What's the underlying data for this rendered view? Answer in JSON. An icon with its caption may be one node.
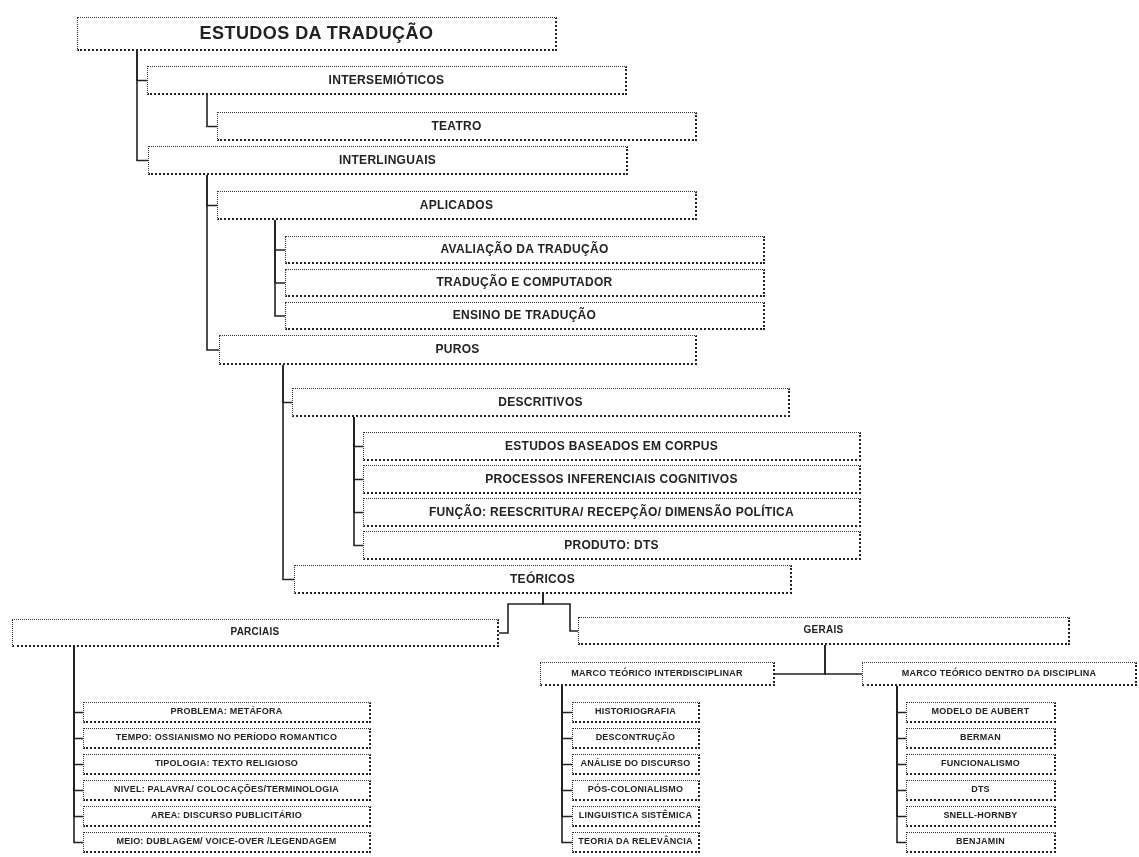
{
  "diagram": {
    "nodes": [
      {
        "text": [
          "ESTUDOS DA TRADUÇÃO"
        ]
      },
      {
        "text": [
          "INTERSEMIÓTICOS"
        ]
      },
      {
        "text": [
          "TEATRO"
        ]
      },
      {
        "text": [
          "INTERLINGUAIS"
        ]
      },
      {
        "text": [
          "APLICADOS"
        ]
      },
      {
        "text": [
          "AVALIAÇÃO DA TRADUÇÃO"
        ]
      },
      {
        "text": [
          "TRADUÇÃO E COMPUTADOR"
        ]
      },
      {
        "text": [
          "ENSINO DE TRADUÇÃO"
        ]
      },
      {
        "text": [
          "PUROS"
        ]
      },
      {
        "text": [
          "DESCRITIVOS"
        ]
      },
      {
        "text": [
          "ESTUDOS BASEADOS EM CORPUS"
        ]
      },
      {
        "text": [
          "PROCESSOS INFERENCIAIS COGNITIVOS"
        ]
      },
      {
        "text": [
          "FUNÇÃO: REESCRITURA/ RECEPÇÃO/ DIMENSÃO POLÍTICA"
        ]
      },
      {
        "text": [
          "PRODUTO: DTS"
        ]
      },
      {
        "text": [
          "TEÓRICOS"
        ]
      },
      {
        "text": [
          "PARCIAIS"
        ]
      },
      {
        "text": [
          "GERAIS"
        ]
      },
      {
        "text": [
          "MARCO TEÓRICO INTERDISCIPLINAR"
        ]
      },
      {
        "text": [
          "MARCO TEÓRICO DENTRO DA DISCIPLINA"
        ]
      },
      {
        "text": [
          "PROBLEMA: METÁFORA"
        ]
      },
      {
        "text": [
          "TEMPO: OSSIANISMO NO PERÍODO ROMANTICO"
        ]
      },
      {
        "text": [
          "TIPOLOGIA: TEXTO RELIGIOSO"
        ]
      },
      {
        "text": [
          "NIVEL: PALAVRA/ COLOCAÇÕES/TERMINOLOGIA"
        ]
      },
      {
        "text": [
          "AREA: DISCURSO PUBLICITÁRIO"
        ]
      },
      {
        "text": [
          "MEIO: DUBLAGEM/ VOICE-OVER /LEGENDAGEM"
        ]
      },
      {
        "text": [
          "HISTORIOGRAFIA"
        ]
      },
      {
        "text": [
          "DESCONTRUÇÃO"
        ]
      },
      {
        "text": [
          "ANÁLISE DO DISCURSO"
        ]
      },
      {
        "text": [
          "PÓS-COLONIALISMO"
        ]
      },
      {
        "text": [
          "LINGUISTICA SISTÊMICA"
        ]
      },
      {
        "text": [
          "TEORIA DA RELEVÂNCIA"
        ]
      },
      {
        "text": [
          "MODELO DE AUBERT"
        ]
      },
      {
        "text": [
          "BERMAN"
        ]
      },
      {
        "text": [
          "FUNCIONALISMO"
        ]
      },
      {
        "text": [
          "DTS"
        ]
      },
      {
        "text": [
          "SNELL-HORNBY"
        ]
      },
      {
        "text": [
          "BENJAMIN"
        ]
      }
    ],
    "edges": [
      {
        "from": 0,
        "to": 1,
        "arrow": "none"
      },
      {
        "from": 1,
        "to": 2,
        "arrow": "none"
      },
      {
        "from": 0,
        "to": 3,
        "arrow": "none"
      },
      {
        "from": 3,
        "to": 4,
        "arrow": "none"
      },
      {
        "from": 4,
        "to": 5,
        "arrow": "none"
      },
      {
        "from": 4,
        "to": 6,
        "arrow": "none"
      },
      {
        "from": 4,
        "to": 7,
        "arrow": "none"
      },
      {
        "from": 3,
        "to": 8,
        "arrow": "none"
      },
      {
        "from": 8,
        "to": 9,
        "arrow": "none"
      },
      {
        "from": 9,
        "to": 10,
        "arrow": "none"
      },
      {
        "from": 9,
        "to": 11,
        "arrow": "none"
      },
      {
        "from": 9,
        "to": 12,
        "arrow": "none"
      },
      {
        "from": 9,
        "to": 13,
        "arrow": "none"
      },
      {
        "from": 8,
        "to": 14,
        "arrow": "none"
      },
      {
        "from": 14,
        "to": 15,
        "arrow": "none"
      },
      {
        "from": 14,
        "to": 16,
        "arrow": "none"
      },
      {
        "from": 16,
        "to": 17,
        "arrow": "none"
      },
      {
        "from": 16,
        "to": 18,
        "arrow": "none"
      },
      {
        "from": 15,
        "to": 19,
        "arrow": "none"
      },
      {
        "from": 15,
        "to": 20,
        "arrow": "none"
      },
      {
        "from": 15,
        "to": 21,
        "arrow": "none"
      },
      {
        "from": 15,
        "to": 22,
        "arrow": "none"
      },
      {
        "from": 15,
        "to": 23,
        "arrow": "none"
      },
      {
        "from": 15,
        "to": 24,
        "arrow": "none"
      },
      {
        "from": 17,
        "to": 25,
        "arrow": "none"
      },
      {
        "from": 17,
        "to": 26,
        "arrow": "none"
      },
      {
        "from": 17,
        "to": 27,
        "arrow": "none"
      },
      {
        "from": 17,
        "to": 28,
        "arrow": "none"
      },
      {
        "from": 17,
        "to": 29,
        "arrow": "none"
      },
      {
        "from": 17,
        "to": 30,
        "arrow": "none"
      },
      {
        "from": 18,
        "to": 31,
        "arrow": "none"
      },
      {
        "from": 18,
        "to": 32,
        "arrow": "none"
      },
      {
        "from": 18,
        "to": 33,
        "arrow": "none"
      },
      {
        "from": 18,
        "to": 34,
        "arrow": "none"
      },
      {
        "from": 18,
        "to": 35,
        "arrow": "none"
      },
      {
        "from": 18,
        "to": 36,
        "arrow": "none"
      }
    ]
  }
}
